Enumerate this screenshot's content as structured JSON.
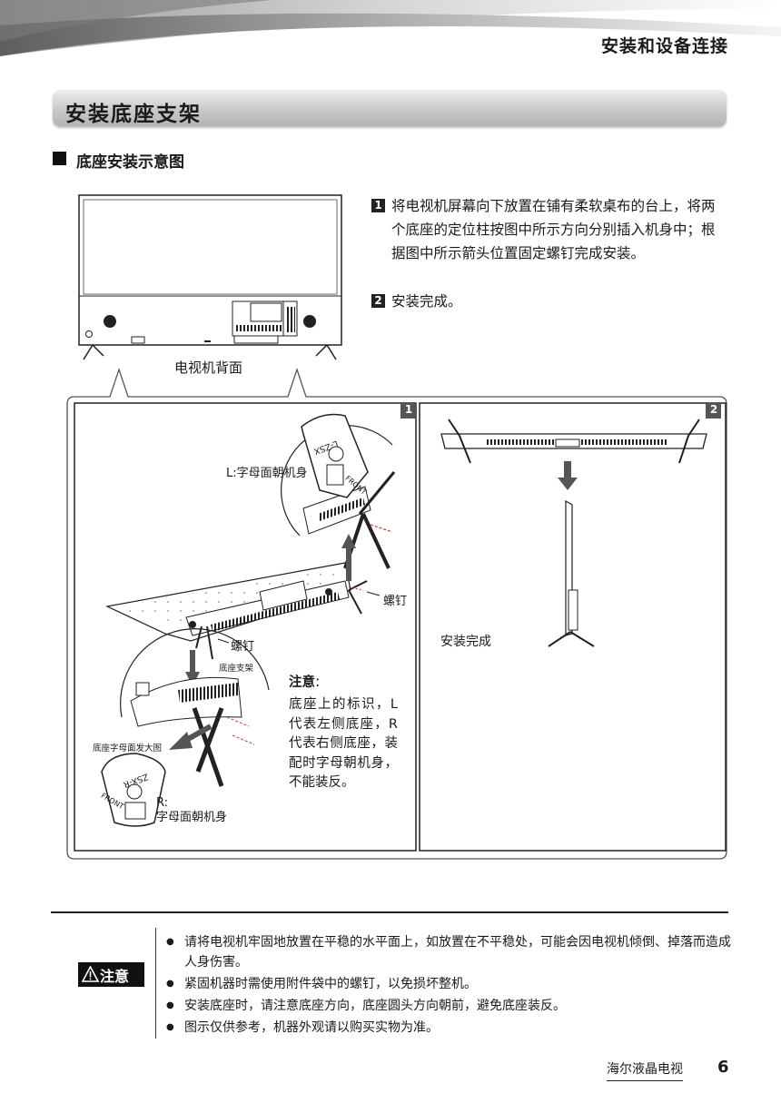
{
  "header": {
    "title": "安装和设备连接"
  },
  "section": {
    "title": "安装底座支架"
  },
  "subsection": {
    "title": "底座安装示意图"
  },
  "steps": [
    {
      "num": "1",
      "text": "将电视机屏幕向下放置在铺有柔软桌布的台上，将两个底座的定位柱按图中所示方向分别插入机身中；根据图中所示箭头位置固定螺钉完成安装。"
    },
    {
      "num": "2",
      "text": "安装完成。"
    }
  ],
  "figure": {
    "tv_back_label": "电视机背面",
    "panel1_num": "1",
    "panel2_num": "2",
    "left_label": "L:字母面朝机身",
    "screw_label_right": "螺钉",
    "screw_label_left": "螺钉",
    "base_bracket_label": "底座支架",
    "zoom_label": "底座字母面发大图",
    "r_label_line1": "R:",
    "r_label_line2": "字母面朝机身",
    "base_mark_l": "L-ZSX",
    "base_mark_r": "ZSX-R",
    "front_mark": "FRONT",
    "install_done_label": "安装完成",
    "note_title": "注意",
    "note_colon": ":",
    "note_body": "底座上的标识，L代表左侧底座，R代表右侧底座，装配时字母朝机身，不能装反。"
  },
  "warning": {
    "icon": "warning-triangle-icon",
    "label": "注意",
    "items": [
      "请将电视机牢固地放置在平稳的水平面上，如放置在不平稳处，可能会因电视机倾倒、掉落而造成人身伤害。",
      "紧固机器时需使用附件袋中的螺钉，以免损坏整机。",
      "安装底座时，请注意底座方向，底座圆头方向朝前，避免底座装反。",
      "图示仅供参考，机器外观请以购买实物为准。"
    ]
  },
  "footer": {
    "brand": "海尔液晶电视",
    "page_number": "6"
  }
}
